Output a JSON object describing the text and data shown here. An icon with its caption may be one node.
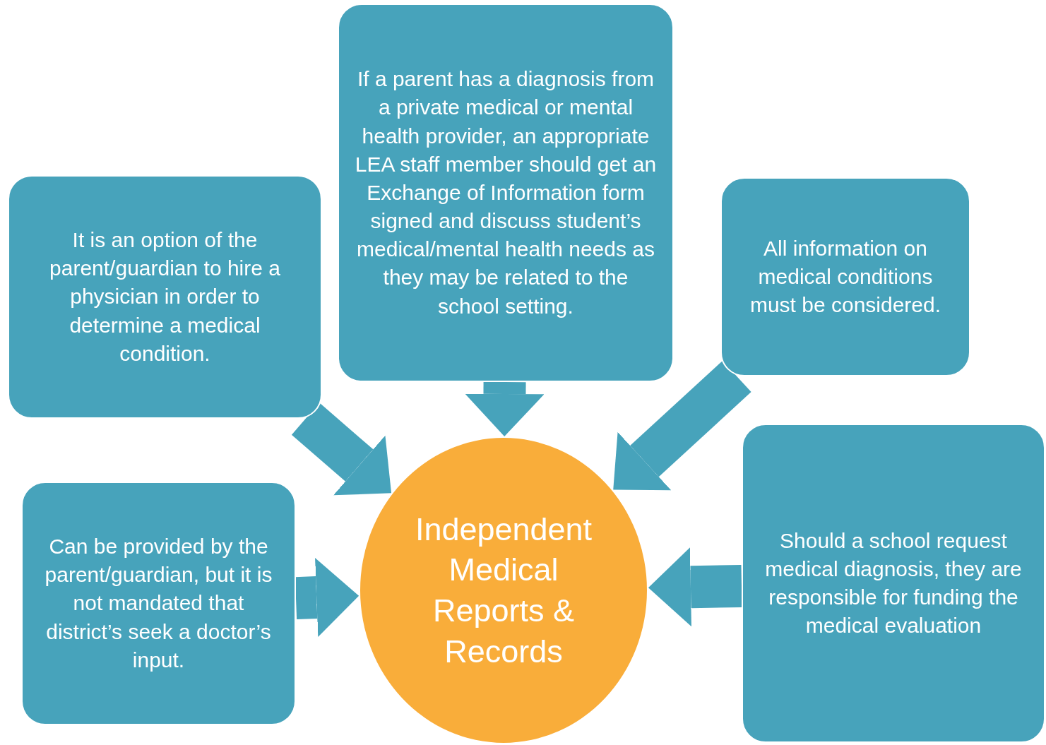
{
  "diagram": {
    "nodes": [
      {
        "text": [
          "If a parent has a diagnosis from a private medical or mental health provider, an appropriate LEA staff member should get an Exchange of Information form signed and discuss student’s medical/mental health needs as they may be related to the school setting."
        ]
      },
      {
        "text": [
          "It is an option of the parent/guardian to hire a physician in order to determine a medical condition."
        ]
      },
      {
        "text": [
          "All information on medical conditions must be considered."
        ]
      },
      {
        "text": [
          "Can be provided by the parent/guardian, but it is not mandated that district’s seek a doctor’s input."
        ]
      },
      {
        "text": [
          "Independent Medical Reports & Records"
        ]
      },
      {
        "text": [
          "Should a school request medical diagnosis, they are responsible for funding the medical evaluation"
        ]
      }
    ],
    "edges": [
      {
        "from": 0,
        "to": 4,
        "arrow": "to"
      },
      {
        "from": 1,
        "to": 4,
        "arrow": "to"
      },
      {
        "from": 2,
        "to": 4,
        "arrow": "to"
      },
      {
        "from": 3,
        "to": 4,
        "arrow": "to"
      },
      {
        "from": 5,
        "to": 4,
        "arrow": "to"
      }
    ]
  }
}
